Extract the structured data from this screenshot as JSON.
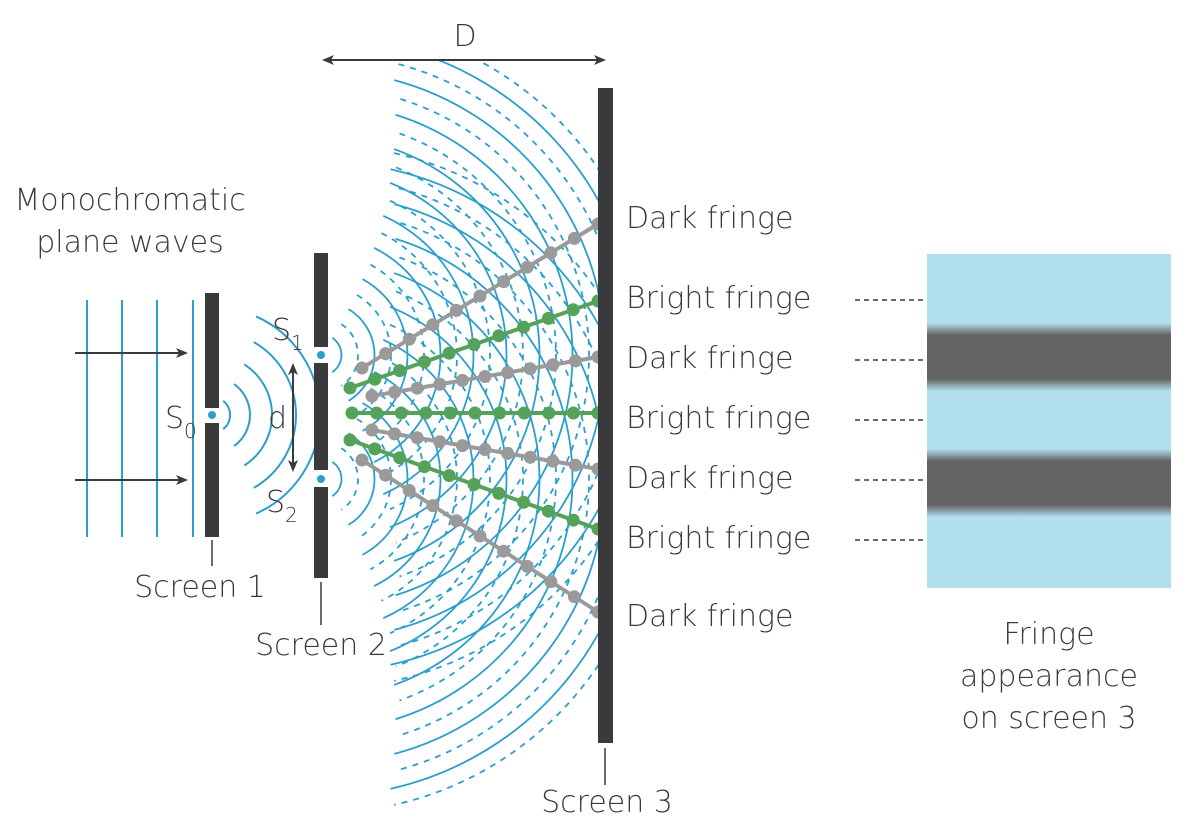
{
  "title_text": {
    "line1": "Monochromatic",
    "line2": "plane waves"
  },
  "labels": {
    "s0": "S",
    "s0_sub": "0",
    "s1": "S",
    "s1_sub": "1",
    "s2": "S",
    "s2_sub": "2",
    "d_small": "d",
    "d_big": "D",
    "screen1": "Screen 1",
    "screen2": "Screen 2",
    "screen3": "Screen 3"
  },
  "fringe_labels": [
    {
      "text": "Dark fringe",
      "kind": "dark",
      "dashed": false
    },
    {
      "text": "Bright fringe",
      "kind": "bright",
      "dashed": true
    },
    {
      "text": "Dark fringe",
      "kind": "dark",
      "dashed": true
    },
    {
      "text": "Bright fringe",
      "kind": "bright",
      "dashed": true
    },
    {
      "text": "Dark fringe",
      "kind": "dark",
      "dashed": true
    },
    {
      "text": "Bright fringe",
      "kind": "bright",
      "dashed": true
    },
    {
      "text": "Dark fringe",
      "kind": "dark",
      "dashed": false
    }
  ],
  "fringe_panel": {
    "caption_line1": "Fringe",
    "caption_line2": "appearance",
    "caption_line3": "on screen 3",
    "bands": [
      "bright",
      "dark",
      "bright",
      "dark",
      "bright"
    ]
  },
  "colors": {
    "wave": "#2a9fcb",
    "screen": "#3a3a3c",
    "bright_path": "#55a35a",
    "dark_path": "#9a9a9a",
    "panel_bright": "#b1dfed",
    "panel_dark": "#646464",
    "text": "#3a3a3c",
    "slit_dot": "#2a9fcb"
  }
}
